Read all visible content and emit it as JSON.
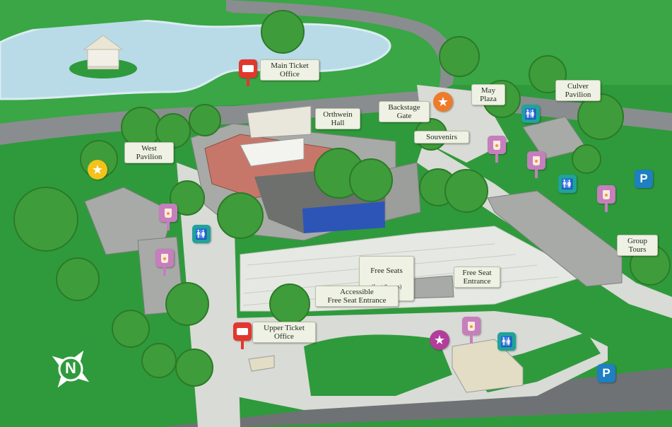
{
  "colors": {
    "grass": "#2f9a3c",
    "lawn_light": "#5cc04e",
    "road": "#8a8d8f",
    "path": "#d9dbd6",
    "water": "#b9dbe8",
    "building": "#a8aaa7",
    "brick": "#c7776a",
    "stage": "#2d55b8",
    "parking_pin": "#1e7fc1",
    "concessions_pin": "#c57fbc",
    "restroom_pin": "#1fa39a",
    "ticket_pin": "#e2372f",
    "star_yellow": "#f3c21b",
    "star_orange": "#ee7b2b",
    "star_magenta": "#b23d9a"
  },
  "labels": {
    "main_ticket_office": "Main Ticket\nOffice",
    "orthwein_hall": "Orthwein\nHall",
    "backstage_gate": "Backstage\nGate",
    "may_plaza": "May\nPlaza",
    "culver_pavilion": "Culver\nPavilion",
    "west_pavilion": "West\nPavilion",
    "souvenirs": "Souvenirs",
    "free_seats": "Free Seats",
    "free_seats_note": "(Last 9 rows)",
    "free_seat_entrance": "Free Seat\nEntrance",
    "accessible_free_seat_entrance": "Accessible\nFree Seat Entrance",
    "group_tours": "Group\nTours",
    "upper_ticket_office": "Upper Ticket\nOffice"
  },
  "icons": {
    "parking": "P",
    "star": "★",
    "restroom": "🚻",
    "ticket": "ticket-icon",
    "drink": "cup-icon",
    "compass": "compass-rose-icon"
  },
  "compass_letter": "N"
}
